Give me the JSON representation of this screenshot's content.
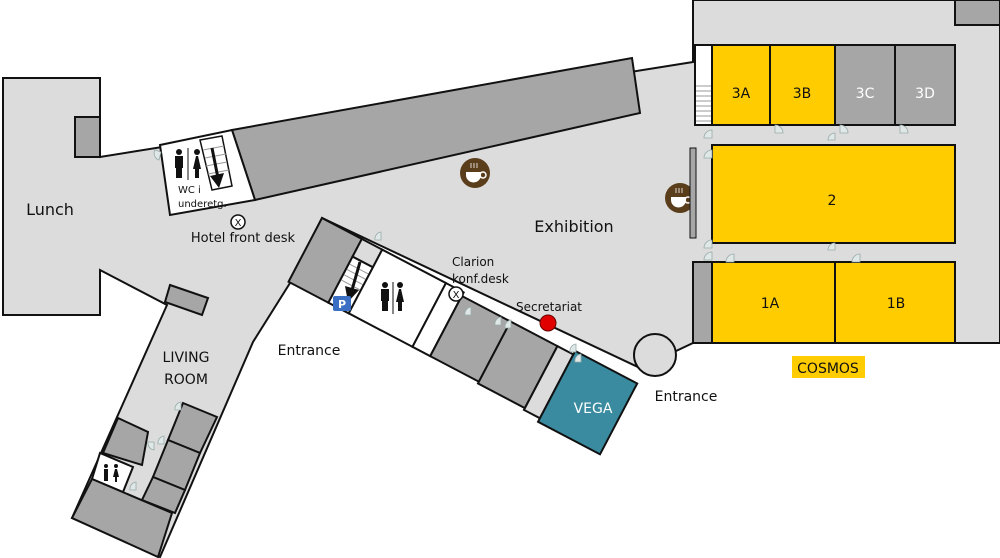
{
  "colors": {
    "floor": "#dcdcdc",
    "room_gray": "#a6a6a6",
    "cosmos_yellow": "#ffcc00",
    "vega_teal": "#3a8ba0",
    "coffee_brown": "#5a3e1b",
    "parking_blue": "#3a6fc4",
    "secretariat_red": "#e00000"
  },
  "areas": {
    "lunch": "Lunch",
    "wc_downstairs_line1": "WC i",
    "wc_downstairs_line2": "underetg.",
    "hotel_front_desk": "Hotel front desk",
    "exhibition": "Exhibition",
    "clarion_line1": "Clarion",
    "clarion_line2": "konf.desk",
    "secretariat": "Secretariat",
    "entrance_left": "Entrance",
    "entrance_right": "Entrance",
    "living_line1": "LIVING",
    "living_line2": "ROOM",
    "vega": "VEGA",
    "parking": "P"
  },
  "cosmos": {
    "label": "COSMOS",
    "rooms": [
      {
        "name": "3A",
        "status": "available"
      },
      {
        "name": "3B",
        "status": "available"
      },
      {
        "name": "3C",
        "status": "unavailable"
      },
      {
        "name": "3D",
        "status": "unavailable"
      },
      {
        "name": "2",
        "status": "available"
      },
      {
        "name": "1A",
        "status": "available"
      },
      {
        "name": "1B",
        "status": "available"
      }
    ]
  }
}
